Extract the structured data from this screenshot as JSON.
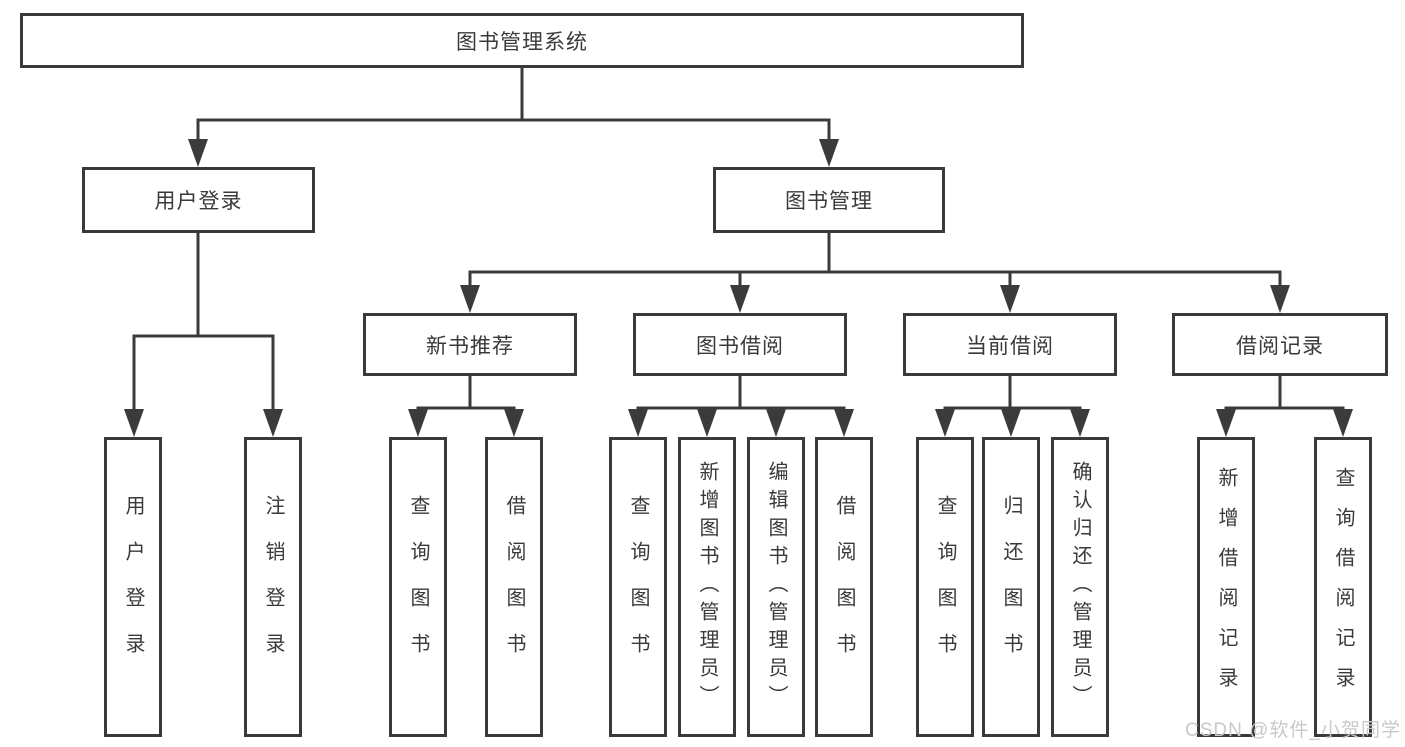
{
  "diagram": {
    "root": {
      "label": "图书管理系统"
    },
    "level2": [
      {
        "label": "用户登录"
      },
      {
        "label": "图书管理"
      }
    ],
    "level3": [
      {
        "label": "新书推荐",
        "parent": "图书管理"
      },
      {
        "label": "图书借阅",
        "parent": "图书管理"
      },
      {
        "label": "当前借阅",
        "parent": "图书管理"
      },
      {
        "label": "借阅记录",
        "parent": "图书管理"
      }
    ],
    "leaves": [
      {
        "label": "用户登录",
        "parent": "用户登录"
      },
      {
        "label": "注销登录",
        "parent": "用户登录"
      },
      {
        "label": "查询图书",
        "parent": "新书推荐"
      },
      {
        "label": "借阅图书",
        "parent": "新书推荐"
      },
      {
        "label": "查询图书",
        "parent": "图书借阅"
      },
      {
        "label": "新增图书（管理员）",
        "parent": "图书借阅"
      },
      {
        "label": "编辑图书（管理员）",
        "parent": "图书借阅"
      },
      {
        "label": "借阅图书",
        "parent": "图书借阅"
      },
      {
        "label": "查询图书",
        "parent": "当前借阅"
      },
      {
        "label": "归还图书",
        "parent": "当前借阅"
      },
      {
        "label": "确认归还（管理员）",
        "parent": "当前借阅"
      },
      {
        "label": "新增借阅记录",
        "parent": "借阅记录"
      },
      {
        "label": "查询借阅记录",
        "parent": "借阅记录"
      }
    ]
  },
  "watermark": "CSDN @软件_小贺同学",
  "colors": {
    "line": "#3b3b3b",
    "text": "#3a3a3a",
    "background": "#ffffff",
    "watermark": "#c9c9ca"
  }
}
